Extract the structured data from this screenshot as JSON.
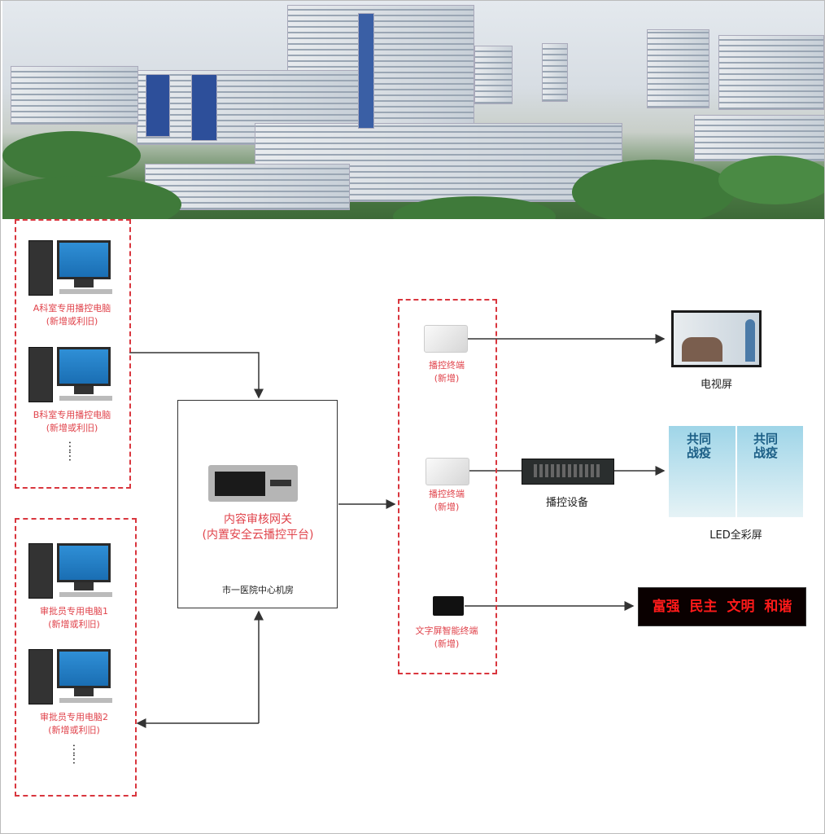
{
  "left_group_1": {
    "pc_a": {
      "name": "A科室专用播控电脑",
      "note": "(新增或利旧)"
    },
    "pc_b": {
      "name": "B科室专用播控电脑",
      "note": "(新增或利旧)"
    },
    "more": "……"
  },
  "left_group_2": {
    "pc_1": {
      "name": "审批员专用电脑1",
      "note": "(新增或利旧)"
    },
    "pc_2": {
      "name": "审批员专用电脑2",
      "note": "(新增或利旧)"
    },
    "more": "……"
  },
  "gateway": {
    "title": "内容审核网关",
    "subtitle": "(内置安全云播控平台)",
    "location": "市一医院中心机房"
  },
  "terminals": [
    {
      "name": "播控终端",
      "note": "(新增)"
    },
    {
      "name": "播控终端",
      "note": "(新增)"
    },
    {
      "name": "文字屏智能终端",
      "note": "(新增)"
    }
  ],
  "control_device": "播控设备",
  "outputs": {
    "tv": "电视屏",
    "led": "LED全彩屏",
    "led_poster_text": [
      "共同战疫",
      "共同战疫"
    ],
    "text_screen": "富强 民主 文明 和谐"
  },
  "colors": {
    "accent": "#d9363e",
    "sign_text": "#ff1a1a"
  }
}
